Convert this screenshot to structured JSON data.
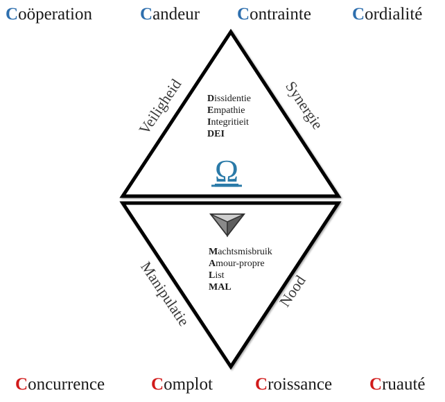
{
  "top_words": [
    {
      "initial": "C",
      "rest": "oöperation"
    },
    {
      "initial": "C",
      "rest": "andeur"
    },
    {
      "initial": "C",
      "rest": "ontrainte"
    },
    {
      "initial": "C",
      "rest": "ordialité"
    }
  ],
  "bottom_words": [
    {
      "initial": "C",
      "rest": "oncurrence"
    },
    {
      "initial": "C",
      "rest": "omplot"
    },
    {
      "initial": "C",
      "rest": "roissance"
    },
    {
      "initial": "C",
      "rest": "ruauté"
    }
  ],
  "upper_triangle": {
    "left_side": "Veiligheid",
    "right_side": "Synergie",
    "terms": [
      {
        "initial": "D",
        "rest": "issidentie"
      },
      {
        "initial": "E",
        "rest": "mpathie"
      },
      {
        "initial": "I",
        "rest": "ntegritieit"
      }
    ],
    "acronym": "DEI",
    "symbol": "Ω"
  },
  "lower_triangle": {
    "left_side": "Manipulatie",
    "right_side": "Nood",
    "terms": [
      {
        "initial": "M",
        "rest": "achtsmisbruik"
      },
      {
        "initial": "A",
        "rest": "mour-propre"
      },
      {
        "initial": "L",
        "rest": "ist"
      }
    ],
    "acronym": "MAL",
    "symbol_icon": "inverted-pyramid-icon"
  },
  "colors": {
    "top_initial": "#2e6fae",
    "bottom_initial": "#d11a1a",
    "omega": "#2a7aa8",
    "outline": "#000000"
  }
}
